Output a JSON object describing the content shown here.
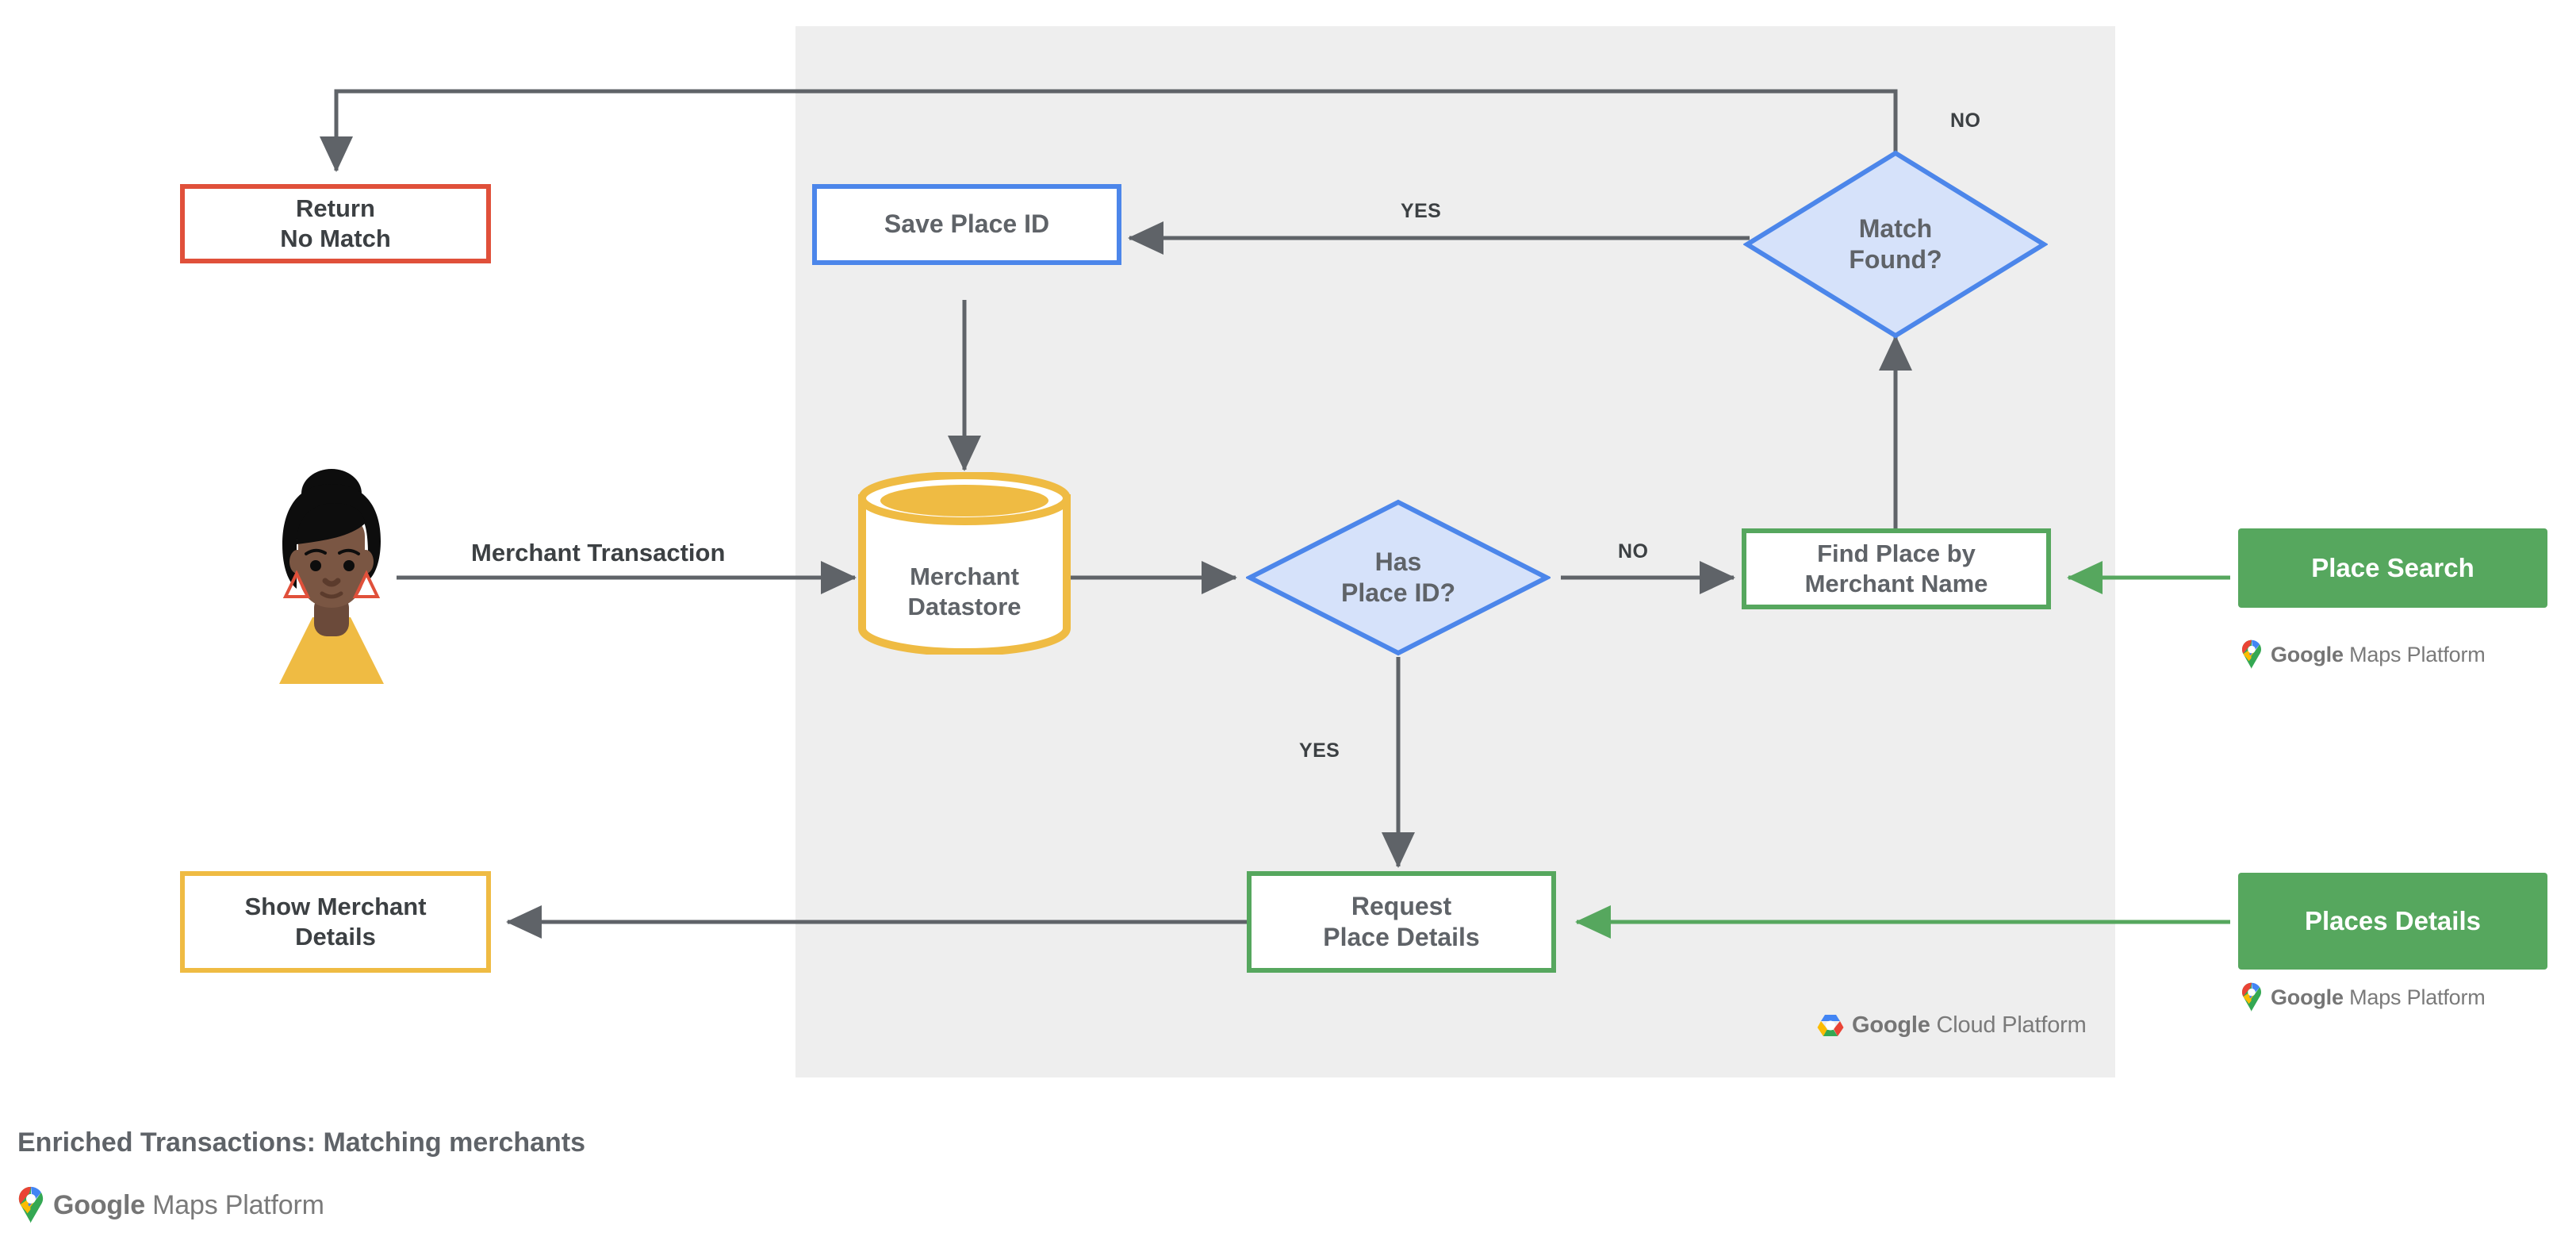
{
  "diagram": {
    "caption": "Enriched Transactions: Matching merchants",
    "panel_label": "Google Cloud Platform",
    "nodes": {
      "return_no_match": {
        "label": "Return\nNo Match",
        "line1": "Return",
        "line2": "No Match",
        "border_color": "#E0503A",
        "shape": "process"
      },
      "save_place_id": {
        "label": "Save Place ID",
        "border_color": "#4C86EA",
        "shape": "process"
      },
      "match_found": {
        "line1": "Match",
        "line2": "Found?",
        "border_color": "#4C86EA",
        "fill_color": "#D6E2FA",
        "shape": "decision"
      },
      "merchant_datastore": {
        "line1": "Merchant",
        "line2": "Datastore",
        "border_color": "#EFBB43",
        "shape": "datastore"
      },
      "has_place_id": {
        "line1": "Has",
        "line2": "Place ID?",
        "border_color": "#4C86EA",
        "fill_color": "#D6E2FA",
        "shape": "decision"
      },
      "find_place_by_merchant_name": {
        "line1": "Find Place by",
        "line2": "Merchant Name",
        "border_color": "#56A75E",
        "shape": "process"
      },
      "place_search": {
        "label": "Place Search",
        "fill_color": "#56A75E",
        "shape": "api"
      },
      "places_details": {
        "label": "Places Details",
        "fill_color": "#56A75E",
        "shape": "api"
      },
      "request_place_details": {
        "line1": "Request",
        "line2": "Place Details",
        "border_color": "#56A75E",
        "shape": "process"
      },
      "show_merchant_details": {
        "line1": "Show Merchant",
        "line2": "Details",
        "border_color": "#EFBB43",
        "shape": "process"
      },
      "user_avatar": {
        "label": "user-avatar"
      }
    },
    "edge_labels": {
      "merchant_transaction": "Merchant Transaction",
      "match_found_no": "NO",
      "match_found_yes": "YES",
      "has_place_id_no": "NO",
      "has_place_id_yes": "YES"
    },
    "logos": {
      "maps_platform_word1": "Google",
      "maps_platform_word2": "Maps Platform",
      "cloud_word1": "Google",
      "cloud_word2": "Cloud Platform"
    },
    "colors": {
      "panel_bg": "#eeeeee",
      "edge_stroke": "#5f6368",
      "red": "#E0503A",
      "blue": "#4C86EA",
      "blue_fill": "#D6E2FA",
      "yellow": "#EFBB43",
      "green": "#56A75E",
      "text": "#5f6368"
    }
  }
}
